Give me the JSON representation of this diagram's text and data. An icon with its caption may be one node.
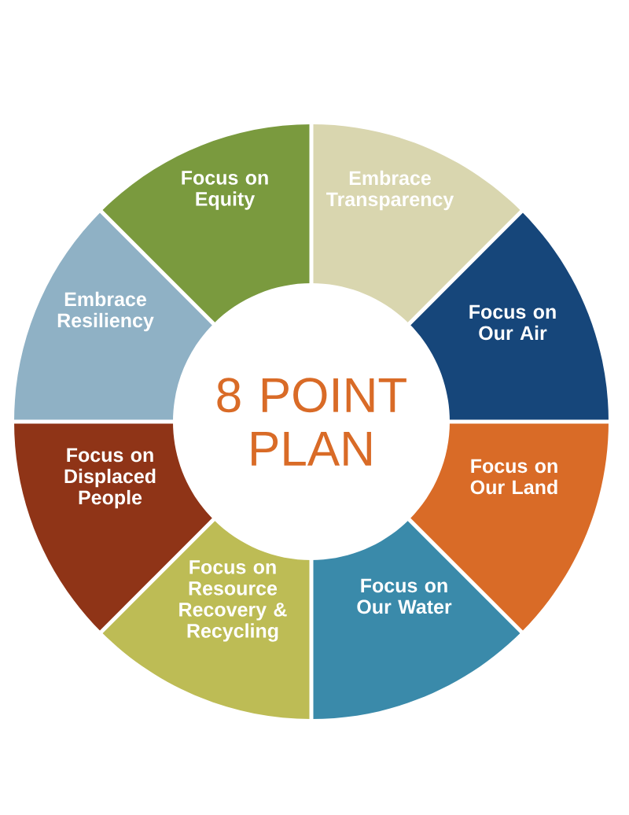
{
  "diagram": {
    "nodes": [
      {
        "text": [
          "8 POINT PLAN"
        ]
      },
      {
        "text": [
          "Focus on Equity"
        ]
      },
      {
        "text": [
          "Embrace Transparency"
        ]
      },
      {
        "text": [
          "Focus on Our Air"
        ]
      },
      {
        "text": [
          "Focus on Our Land"
        ]
      },
      {
        "text": [
          "Focus on Our Water"
        ]
      },
      {
        "text": [
          "Focus on Resource Recovery & Recycling"
        ]
      },
      {
        "text": [
          "Focus on Displaced People"
        ]
      },
      {
        "text": [
          "Embrace Resiliency"
        ]
      }
    ]
  }
}
